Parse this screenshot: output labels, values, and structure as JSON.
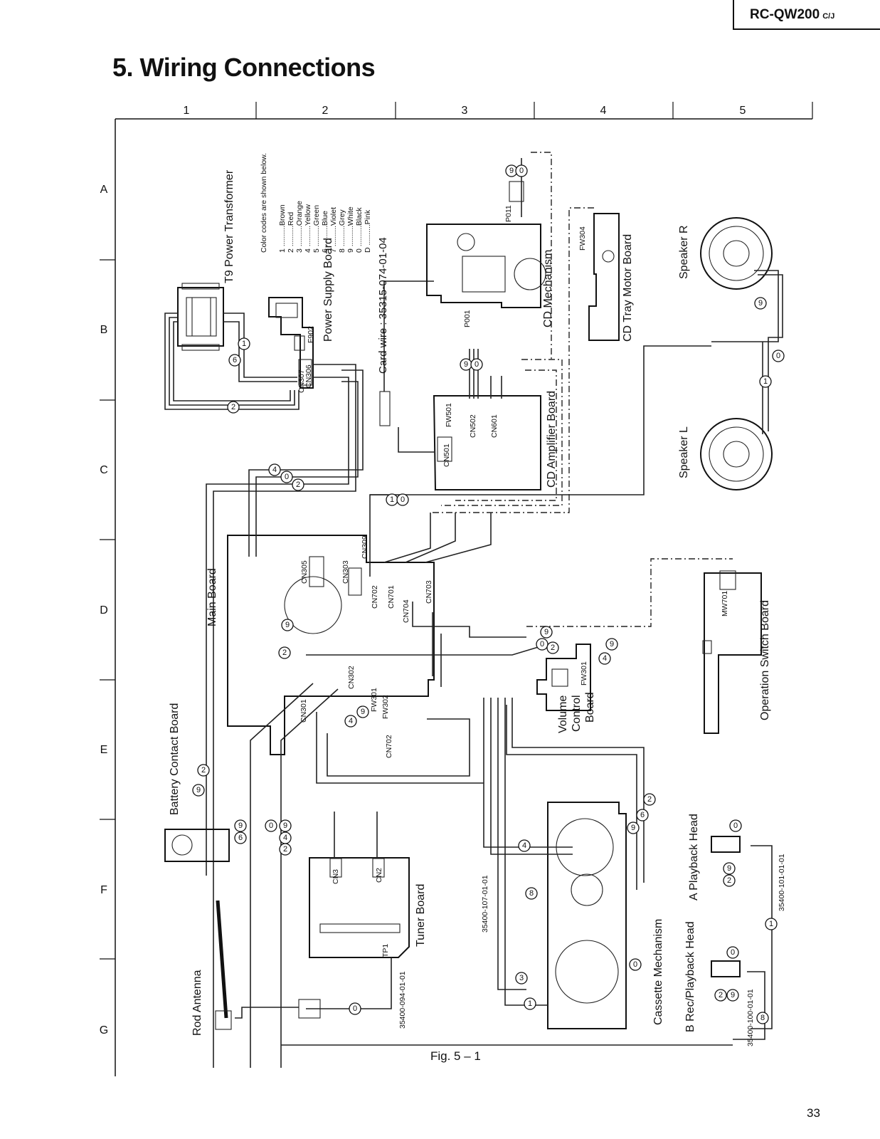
{
  "header": {
    "model": "RC-QW200",
    "model_suffix": "C/J"
  },
  "title": "5. Wiring Connections",
  "grid": {
    "columns": [
      "1",
      "2",
      "3",
      "4",
      "5"
    ],
    "rows": [
      "A",
      "B",
      "C",
      "D",
      "E",
      "F",
      "G"
    ]
  },
  "color_codes": {
    "heading": "Color codes are shown below.",
    "entries": [
      "1 ..........Brown",
      "2 ..........Red",
      "3 ..........Orange",
      "4 ..........Yellow",
      "5 ..........Green",
      "6 ..........Blue",
      "7 ..........Violet",
      "8 ..........Grey",
      "9 ..........White",
      "0 ..........Black",
      "D ..........Pink"
    ]
  },
  "labels": {
    "power_transformer": "T9 Power Transformer",
    "power_supply_board": "Power Supply Board",
    "f902": "F902",
    "cn306": "CN306",
    "cn307": "CN307",
    "card_wire": "Card wire : 35315-074-01-04",
    "cd_mechanism": "CD Mechanism",
    "p011": "P011",
    "p001": "P001",
    "fw304": "FW304",
    "cd_tray_motor_board": "CD Tray Motor Board",
    "speaker_r": "Speaker R",
    "speaker_l": "Speaker L",
    "cd_amplifier_board": "CD Amplifier Board",
    "fw501": "FW501",
    "cn502": "CN502",
    "cn601": "CN601",
    "cn501": "CN501",
    "main_board": "Main Board",
    "cn305": "CN305",
    "cn309": "CN309",
    "cn303": "CN303",
    "cn702_main": "CN702",
    "cn701": "CN701",
    "cn704": "CN704",
    "cn703": "CN703",
    "cn302": "CN302",
    "cn301": "CN301",
    "fw301_main": "FW301",
    "fw302": "FW302",
    "cn702_lower": "CN702",
    "volume_control_board": "Volume Control Board",
    "fw301_vol": "FW301",
    "mw701": "MW701",
    "operation_switch_board": "Operation Switch Board",
    "battery_contact_board": "Battery Contact Board",
    "tuner_board": "Tuner Board",
    "cn3": "CN3",
    "cn2": "CN2",
    "tp1": "TP1",
    "wire_tuner": "35400-094-01-01",
    "wire_cassette": "35400-107-01-01",
    "cassette_mechanism": "Cassette Mechanism",
    "playback_head": "A Playback Head",
    "rec_playback_head": "B Rec/Playback Head",
    "wire_playback": "35400-101-01-01",
    "wire_rec": "35400-100-01-01",
    "rod_antenna": "Rod Antenna"
  },
  "fig_caption": "Fig. 5 – 1",
  "page_number": "33"
}
